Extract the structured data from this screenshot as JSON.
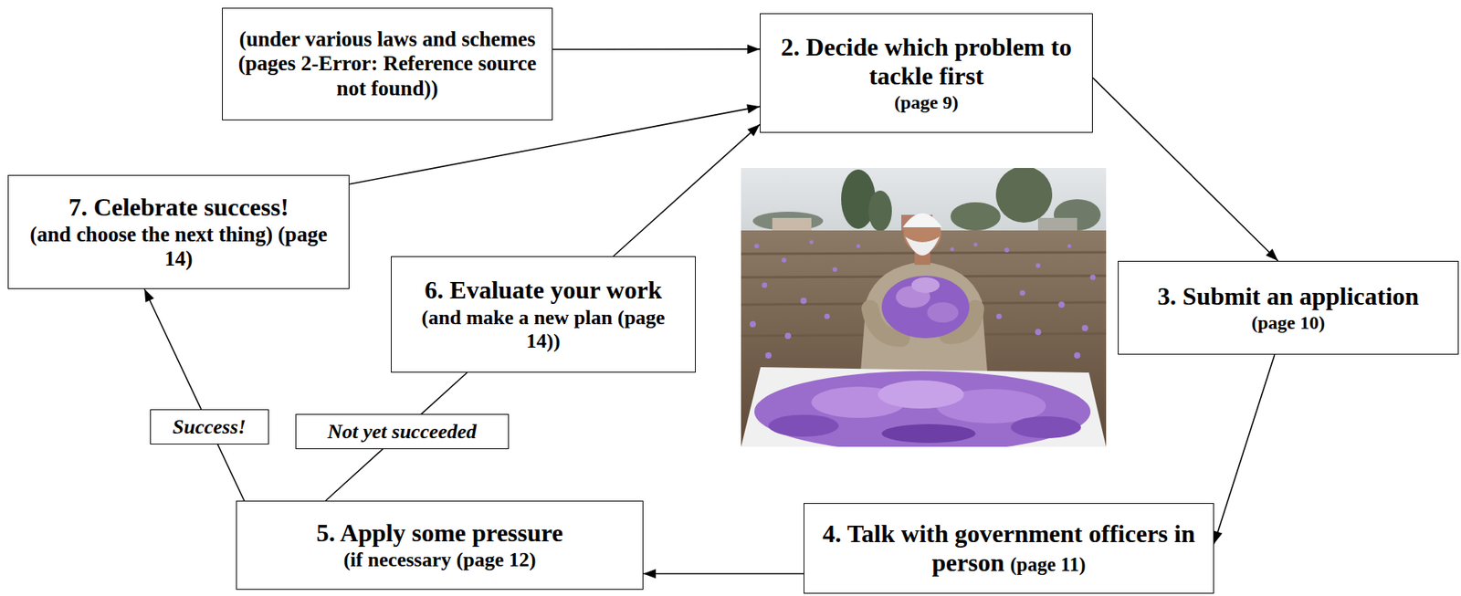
{
  "diagram": {
    "nodes": [
      {
        "text": [
          "(under various laws and schemes (pages 2-Error: Reference source not found))"
        ]
      },
      {
        "text": [
          "2. Decide which problem to tackle first",
          "(page 9)"
        ]
      },
      {
        "text": [
          "3. Submit an application",
          "(page 10)"
        ]
      },
      {
        "text": [
          "4. Talk with government officers in person",
          "(page 11)"
        ]
      },
      {
        "text": [
          "5. Apply some pressure",
          "(if necessary (page 12)"
        ]
      },
      {
        "text": [
          "6. Evaluate your work",
          "(and make a new plan (page 14))"
        ]
      },
      {
        "text": [
          "7. Celebrate success!",
          "(and choose the next thing) (page 14)"
        ]
      }
    ],
    "edges": [
      {
        "from": 0,
        "to": 1,
        "arrow": "to"
      },
      {
        "from": 1,
        "to": 2,
        "arrow": "to"
      },
      {
        "from": 2,
        "to": 3,
        "arrow": "to"
      },
      {
        "from": 3,
        "to": 4,
        "arrow": "to"
      },
      {
        "from": 4,
        "to": 6,
        "label": "Success!",
        "arrow": "to"
      },
      {
        "from": 4,
        "to": 5,
        "label": "Not yet succeeded",
        "arrow": "none"
      },
      {
        "from": 5,
        "to": 1,
        "arrow": "to"
      },
      {
        "from": 6,
        "to": 1,
        "arrow": "to"
      }
    ]
  }
}
